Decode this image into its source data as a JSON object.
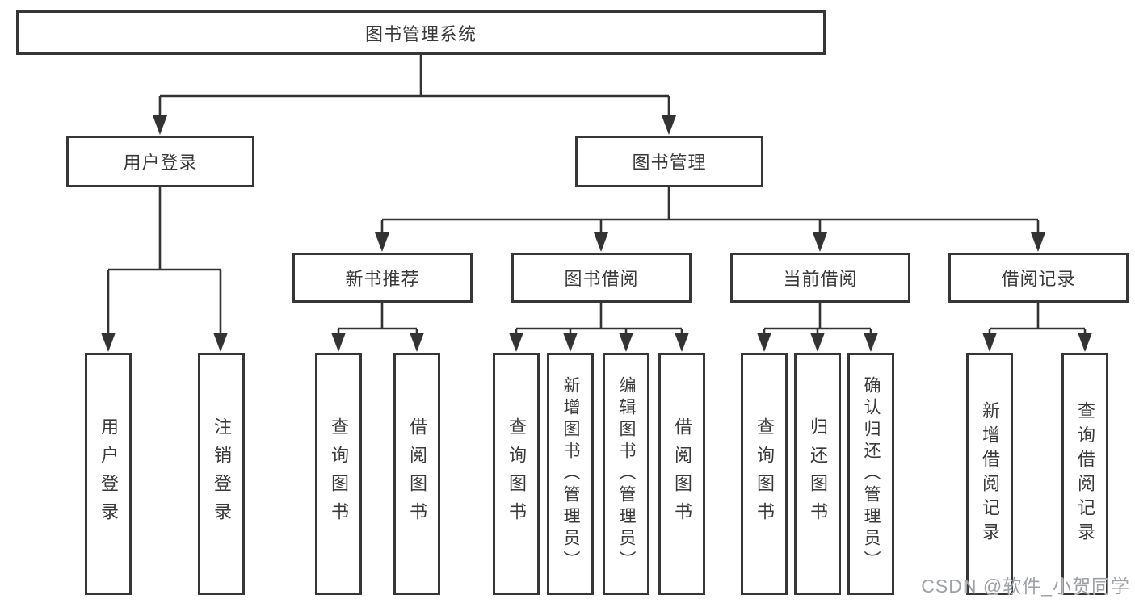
{
  "watermark": {
    "text": "CSDN @软件_小贺同学",
    "color": "#9ea1a6"
  },
  "diagram": {
    "line_color": "#333333",
    "border_color": "#363636",
    "root": {
      "label": "图书管理系统"
    },
    "level2": [
      {
        "label": "用户登录"
      },
      {
        "label": "图书管理"
      }
    ],
    "level3": [
      {
        "label": "新书推荐"
      },
      {
        "label": "图书借阅"
      },
      {
        "label": "当前借阅"
      },
      {
        "label": "借阅记录"
      }
    ],
    "leaves": {
      "user_login": [
        {
          "label": "用户登录"
        },
        {
          "label": "注销登录"
        }
      ],
      "new_book_recommend": [
        {
          "label": "查询图书"
        },
        {
          "label": "借阅图书"
        }
      ],
      "book_borrow": [
        {
          "label": "查询图书"
        },
        {
          "label": "新增图书（管理员）"
        },
        {
          "label": "编辑图书（管理员）"
        },
        {
          "label": "借阅图书"
        }
      ],
      "current_borrow": [
        {
          "label": "查询图书"
        },
        {
          "label": "归还图书"
        },
        {
          "label": "确认归还（管理员）"
        }
      ],
      "borrow_records": [
        {
          "label": "新增借阅记录"
        },
        {
          "label": "查询借阅记录"
        }
      ]
    }
  }
}
